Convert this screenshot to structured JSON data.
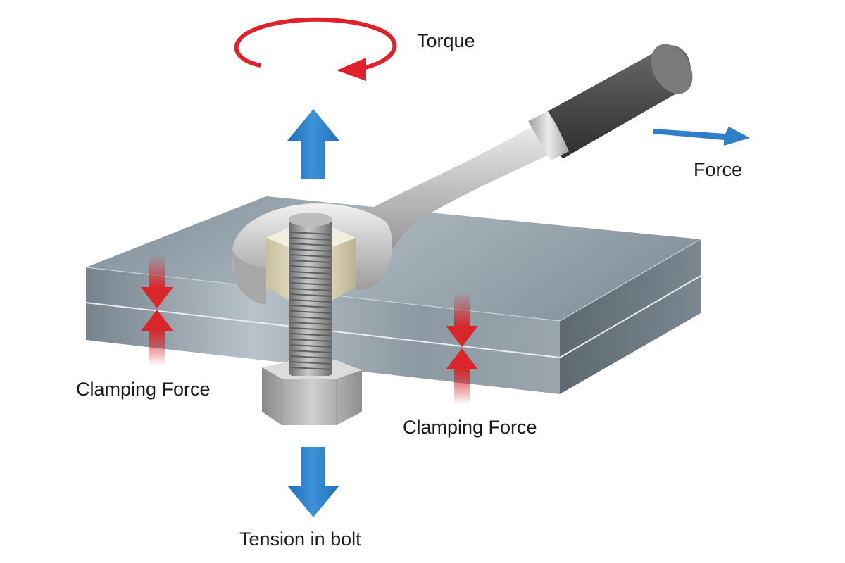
{
  "labels": {
    "torque": "Torque",
    "force": "Force",
    "clamping_force_left": "Clamping Force",
    "clamping_force_right": "Clamping Force",
    "tension": "Tension in bolt"
  },
  "colors": {
    "background": "#ffffff",
    "force_arrow_blue": "#2f7fc8",
    "clamp_arrow_red": "#d9262b",
    "torque_arrow_red": "#e0202a",
    "plate_steel": "#8b97a0",
    "wrench_chrome": "#c8c8c8",
    "wrench_grip": "#5a5a5c",
    "nut_beige": "#ded6b6",
    "bolt_grey": "#8a8a8a"
  },
  "icons": [
    "torque-rotation-arrow",
    "upward-force-arrow",
    "horizontal-force-arrow",
    "downward-tension-arrow",
    "clamping-force-arrows",
    "wrench",
    "bolt",
    "nut",
    "steel-plates"
  ]
}
